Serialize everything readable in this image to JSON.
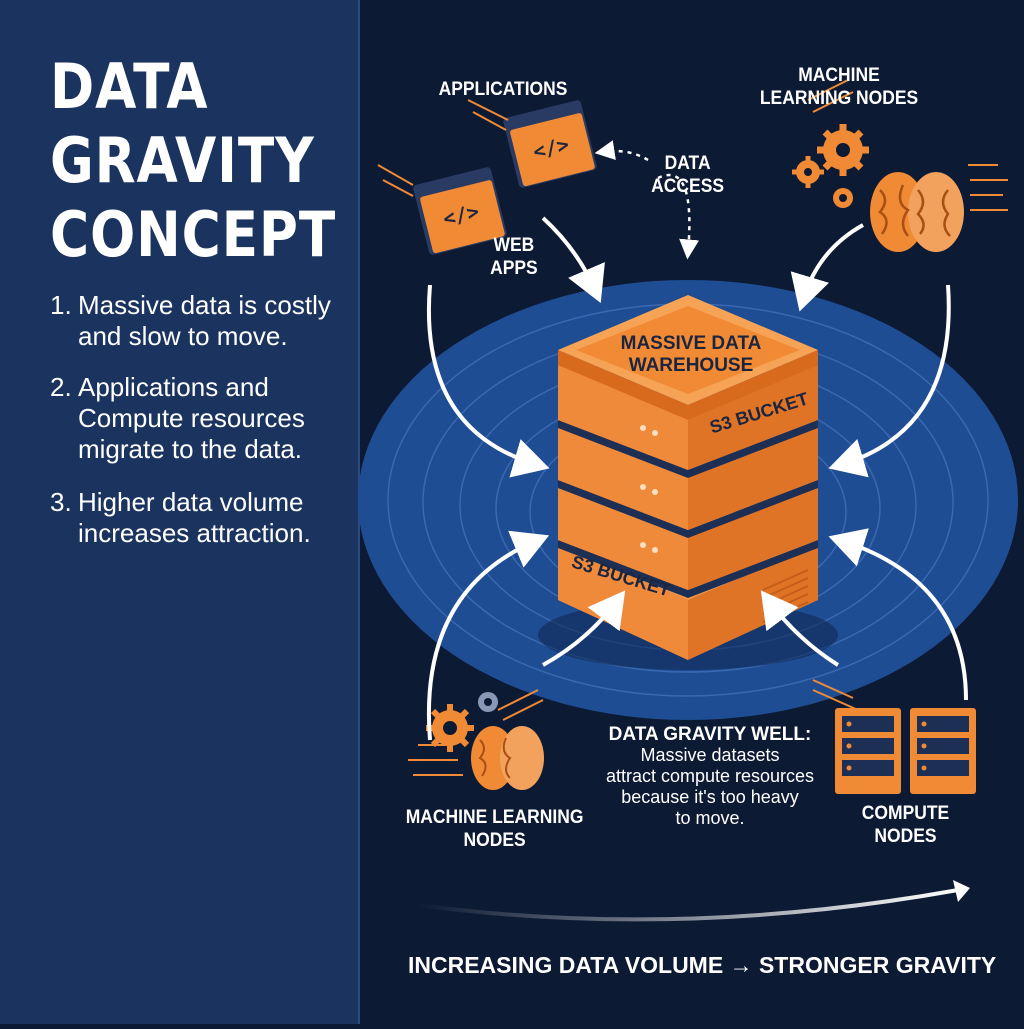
{
  "title": {
    "line1": "DATA",
    "line2": "GRAVITY",
    "line3": "CONCEPT"
  },
  "points": [
    {
      "num": "1.",
      "text": "Massive data is costly and slow to move."
    },
    {
      "num": "2.",
      "text": "Applications and Compute resources migrate  to the data."
    },
    {
      "num": "3.",
      "text": "Higher data volume increases attraction."
    }
  ],
  "labels": {
    "applications": "APPLICATIONS",
    "ml_top_line1": "MACHINE",
    "ml_top_line2": "LEARNING NODES",
    "data_access_line1": "DATA",
    "data_access_line2": "ACCESS",
    "web_apps_line1": "WEB",
    "web_apps_line2": "APPS",
    "warehouse_line1": "MASSIVE DATA",
    "warehouse_line2": "WAREHOUSE",
    "s3_bucket_upper": "S3 BUCKET",
    "s3_bucket_lower": "S3 BUCKET",
    "ml_bottom_line1": "MACHINE LEARNING",
    "ml_bottom_line2": "NODES",
    "compute_line1": "COMPUTE",
    "compute_line2": "NODES",
    "well_heading": "DATA GRAVITY WELL:",
    "well_line1": "Massive datasets",
    "well_line2": "attract compute resources",
    "well_line3": "because it's too heavy",
    "well_line4": "to move.",
    "footer": "INCREASING DATA VOLUME → STRONGER GRAVITY"
  },
  "colors": {
    "panel": "#1b335f",
    "background": "#0d1a33",
    "well": "#1f4d94",
    "accent_orange": "#f08a35",
    "text": "#ffffff"
  },
  "icons": [
    "code-window-icon",
    "gear-icon",
    "brain-icon",
    "server-rack-icon",
    "data-warehouse-stack-icon",
    "gravity-arrow-icon"
  ]
}
